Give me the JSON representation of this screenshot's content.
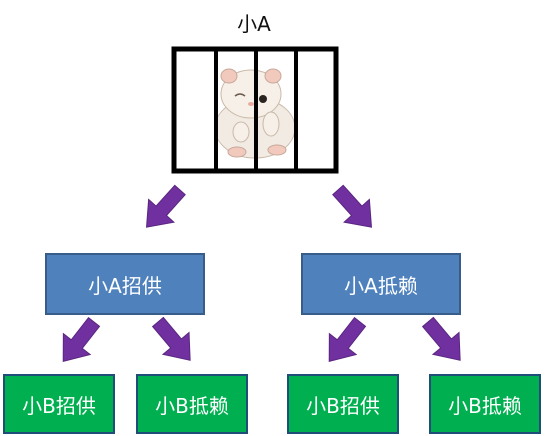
{
  "diagram": {
    "title": "小A",
    "level1": [
      {
        "label": "小A招供"
      },
      {
        "label": "小A抵赖"
      }
    ],
    "level2": [
      {
        "label": "小B招供"
      },
      {
        "label": "小B抵赖"
      },
      {
        "label": "小B招供"
      },
      {
        "label": "小B抵赖"
      }
    ]
  },
  "colors": {
    "blue_box": "#4f81bd",
    "blue_border": "#385d8a",
    "green_box": "#00b050",
    "green_border": "#1f4e79",
    "arrow": "#7030a0",
    "cage_bars": "#000000"
  },
  "icons": {
    "cage": "cage-icon",
    "hamster": "hamster-icon",
    "arrow": "arrow-icon"
  }
}
